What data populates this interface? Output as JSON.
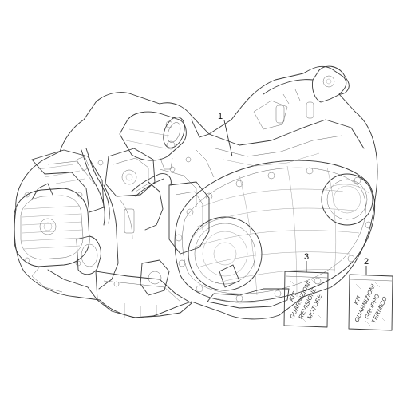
{
  "callouts": [
    {
      "number": "1"
    },
    {
      "number": "2"
    },
    {
      "number": "3"
    }
  ],
  "kit_bag_3": {
    "lines": [
      "KIT",
      "GUARNIZIONI",
      "REVISIONE",
      "MOTORE"
    ]
  },
  "kit_bag_2": {
    "lines": [
      "KIT",
      "GUARNIZIONI",
      "GRUPPO",
      "TERMICO"
    ]
  }
}
